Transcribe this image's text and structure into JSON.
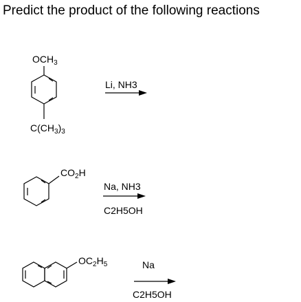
{
  "title": "Predict the product of the following reactions",
  "reactions": [
    {
      "substituent_top": {
        "main": "OCH",
        "sub": "3"
      },
      "substituent_bottom": {
        "p1": "C(CH",
        "sub": "3",
        "p2": ")",
        "sub2": "3"
      },
      "reagent_above": "Li, NH3",
      "reagent_below": ""
    },
    {
      "substituent": {
        "main": "CO",
        "sub": "2",
        "tail": "H"
      },
      "reagent_above": "Na, NH3",
      "reagent_below": "C2H5OH"
    },
    {
      "substituent": {
        "main": "OC",
        "sub": "2",
        "mid": "H",
        "sub2": "5"
      },
      "reagent_above": "Na",
      "reagent_below": "C2H5OH"
    }
  ]
}
